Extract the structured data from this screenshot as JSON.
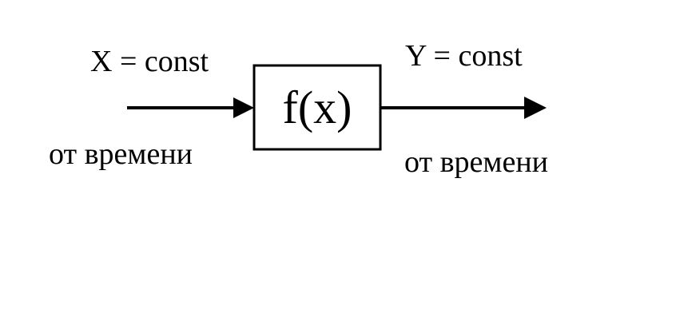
{
  "diagram": {
    "input": {
      "label": "X = const",
      "caption": "от времени"
    },
    "block": {
      "label": "f(x)"
    },
    "output": {
      "label": "Y = const",
      "caption": "от времени"
    }
  },
  "colors": {
    "stroke": "#000000",
    "background": "#ffffff"
  }
}
